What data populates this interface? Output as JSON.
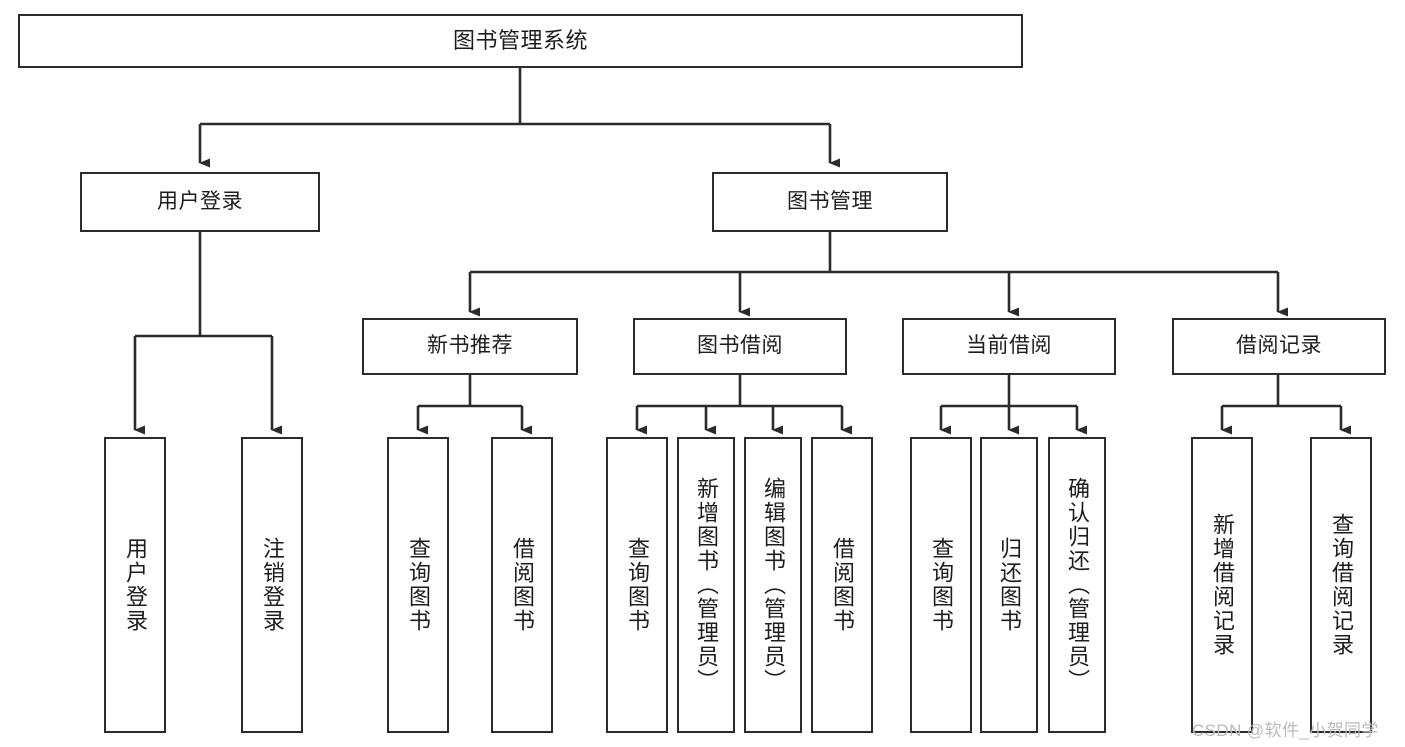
{
  "diagram": {
    "title": "图书管理系统",
    "type": "功能结构图",
    "style": {
      "box_border_color": "#2b2b2b",
      "box_fill_color": "#ffffff",
      "line_color": "#2b2b2b",
      "text_color": "#1d1d1d",
      "background_color": "#ffffff"
    }
  },
  "root": {
    "label": "图书管理系统"
  },
  "level2": [
    {
      "label": "用户登录"
    },
    {
      "label": "图书管理"
    }
  ],
  "level3": [
    {
      "label": "新书推荐"
    },
    {
      "label": "图书借阅"
    },
    {
      "label": "当前借阅"
    },
    {
      "label": "借阅记录"
    }
  ],
  "leaves": {
    "user_login": [
      {
        "label": "用户登录"
      },
      {
        "label": "注销登录"
      }
    ],
    "new_book_recommend": [
      {
        "label": "查询图书"
      },
      {
        "label": "借阅图书"
      }
    ],
    "book_borrow": [
      {
        "label": "查询图书"
      },
      {
        "label": "新增图书（管理员）"
      },
      {
        "label": "编辑图书（管理员）"
      },
      {
        "label": "借阅图书"
      }
    ],
    "current_borrow": [
      {
        "label": "查询图书"
      },
      {
        "label": "归还图书"
      },
      {
        "label": "确认归还（管理员）"
      }
    ],
    "borrow_record": [
      {
        "label": "新增借阅记录"
      },
      {
        "label": "查询借阅记录"
      }
    ]
  },
  "watermark": {
    "text": "CSDN @软件_小贺同学"
  }
}
